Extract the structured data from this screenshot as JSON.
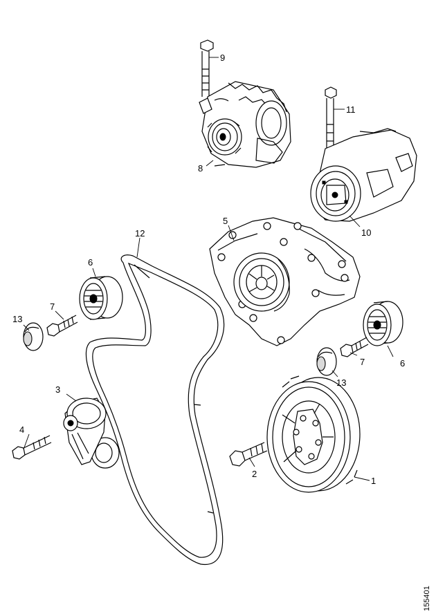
{
  "diagram": {
    "callouts": {
      "c1": "1",
      "c2": "2",
      "c3": "3",
      "c4": "4",
      "c5": "5",
      "c6a": "6",
      "c6b": "6",
      "c7a": "7",
      "c7b": "7",
      "c8": "8",
      "c9": "9",
      "c10": "10",
      "c11": "11",
      "c12": "12",
      "c13a": "13",
      "c13b": "13"
    },
    "document_number": "155401"
  }
}
